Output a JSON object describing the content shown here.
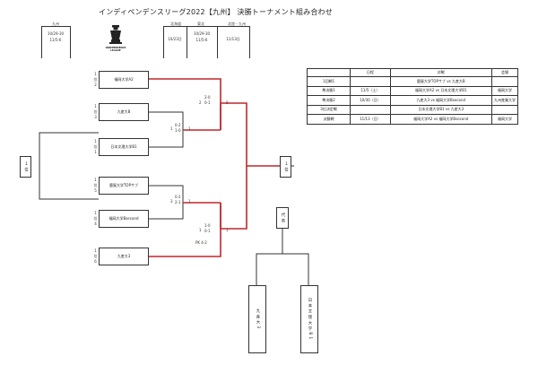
{
  "title": "インディペンデンスリーグ2022【九州】 決勝トーナメント組み合わせ",
  "logo_text": [
    "INDEPENDENCE",
    "LEAGUE"
  ],
  "date_headers": {
    "kyushu": "九州",
    "hokkaido": "北海道",
    "tohoku": "東北",
    "hokuriku": "北陸・九州"
  },
  "date_cols": {
    "col1": [
      "10/29-30",
      "11/5-6"
    ],
    "col2": [
      "10/23日"
    ],
    "col3": [
      "10/29-30",
      "11/5-6"
    ],
    "col4": [
      "11/13日"
    ]
  },
  "teams": {
    "t1": "福岡大学A2",
    "t2": "九産大B",
    "t3": "日本文理大学B1",
    "t4": "鹿屋大学TOPサブ",
    "t5": "福岡大学Bsecond",
    "t6": "九産大3"
  },
  "seeds": {
    "t1": [
      "1",
      "位",
      "2"
    ],
    "t2": [
      "1",
      "位",
      "3"
    ],
    "t3": [
      "1",
      "位",
      "1"
    ],
    "t4": [
      "1",
      "位",
      "5"
    ],
    "t5": [
      "1",
      "位",
      "4"
    ],
    "t6": [
      "1",
      "位",
      "6"
    ]
  },
  "scores": {
    "m1_left": "1",
    "m1_b1": "0-2",
    "m1_b2": "1-0",
    "m1_right": "1",
    "sf1_left": "2",
    "sf1_b1": "2-0",
    "sf1_b2": "0-1",
    "sf1_right": "0",
    "m2_left": "3",
    "m2_b1": "0-2",
    "m2_b2": "2-1",
    "m2_right": "1",
    "sf2_left": "1",
    "sf2_b1": "1-0",
    "sf2_b2": "0-1",
    "sf2_right": "1",
    "pk": "PK 4-2"
  },
  "side_boxes": {
    "left": "１位",
    "right": "１位"
  },
  "final_box": "代表",
  "bottom_boxes": {
    "left": "九産大3",
    "right": "日本文理大学B1"
  },
  "schedule": {
    "headers": [
      "",
      "日程",
      "対戦",
      "会場"
    ],
    "rows": [
      [
        "1回戦1",
        "",
        "鹿屋大学TOPサブ vs 九産大B",
        ""
      ],
      [
        "準決勝1",
        "11/5（土）",
        "福岡大学A2 vs 日本文理大学B1",
        "福岡大学"
      ],
      [
        "準決勝2",
        "10/30（日）",
        "九産大3 vs 福岡大学Bsecond",
        "九州産業大学"
      ],
      [
        "3位決定戦",
        "",
        "日本文理大学B1 vs 九産大3",
        ""
      ],
      [
        "決勝戦",
        "11/13（日）",
        "福岡大学A2 vs 福岡大学Bsecond",
        "福岡大学"
      ]
    ]
  },
  "colors": {
    "line": "#333333",
    "winner": "#c0262c",
    "bg": "#ffffff"
  }
}
